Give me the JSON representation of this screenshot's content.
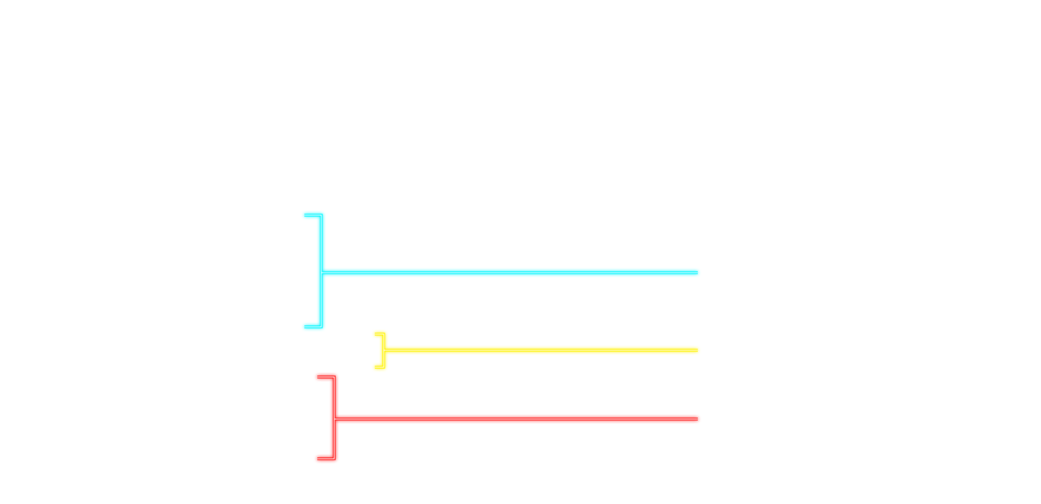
{
  "diagram": {
    "type": "neon-bracket-connectors",
    "brackets": [
      {
        "name": "cyan-bracket",
        "color": "#00f6ff",
        "glow": "#7ffbff"
      },
      {
        "name": "yellow-bracket",
        "color": "#fff200",
        "glow": "#fff98a"
      },
      {
        "name": "red-bracket",
        "color": "#ff1a1a",
        "glow": "#ff8a8a"
      }
    ]
  }
}
